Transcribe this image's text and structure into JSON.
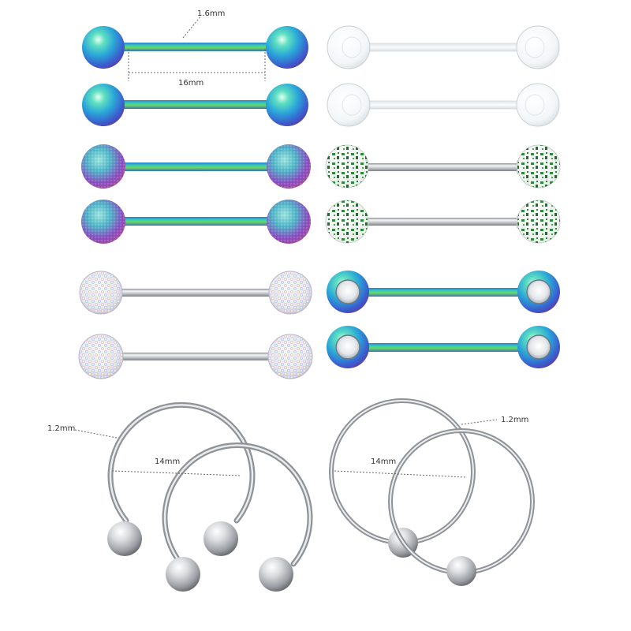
{
  "labels": {
    "bar_gauge": "1.6mm",
    "bar_length": "16mm",
    "horseshoe_gauge": "1.2mm",
    "horseshoe_diameter": "14mm",
    "ring_gauge": "1.2mm",
    "ring_diameter": "14mm"
  },
  "colors": {
    "rainbow": [
      "#2a7dd6",
      "#29c7b3",
      "#5fd36a",
      "#3aa0e0",
      "#8a4fd0"
    ],
    "steel": "#b9bcc0",
    "clear_acrylic": "#f2f5f7",
    "green_confetti": "#2e8b3a",
    "aurora_crystal": "#e8e4f6"
  },
  "items": [
    {
      "name": "rainbow-barbell"
    },
    {
      "name": "clear-flexible-barbell"
    },
    {
      "name": "frosted-rainbow-ball-barbell"
    },
    {
      "name": "green-confetti-ball-barbell"
    },
    {
      "name": "crystal-cluster-ball-barbell"
    },
    {
      "name": "rainbow-gem-ball-barbell"
    },
    {
      "name": "steel-horseshoe-ring"
    },
    {
      "name": "steel-captive-bead-ring"
    }
  ]
}
